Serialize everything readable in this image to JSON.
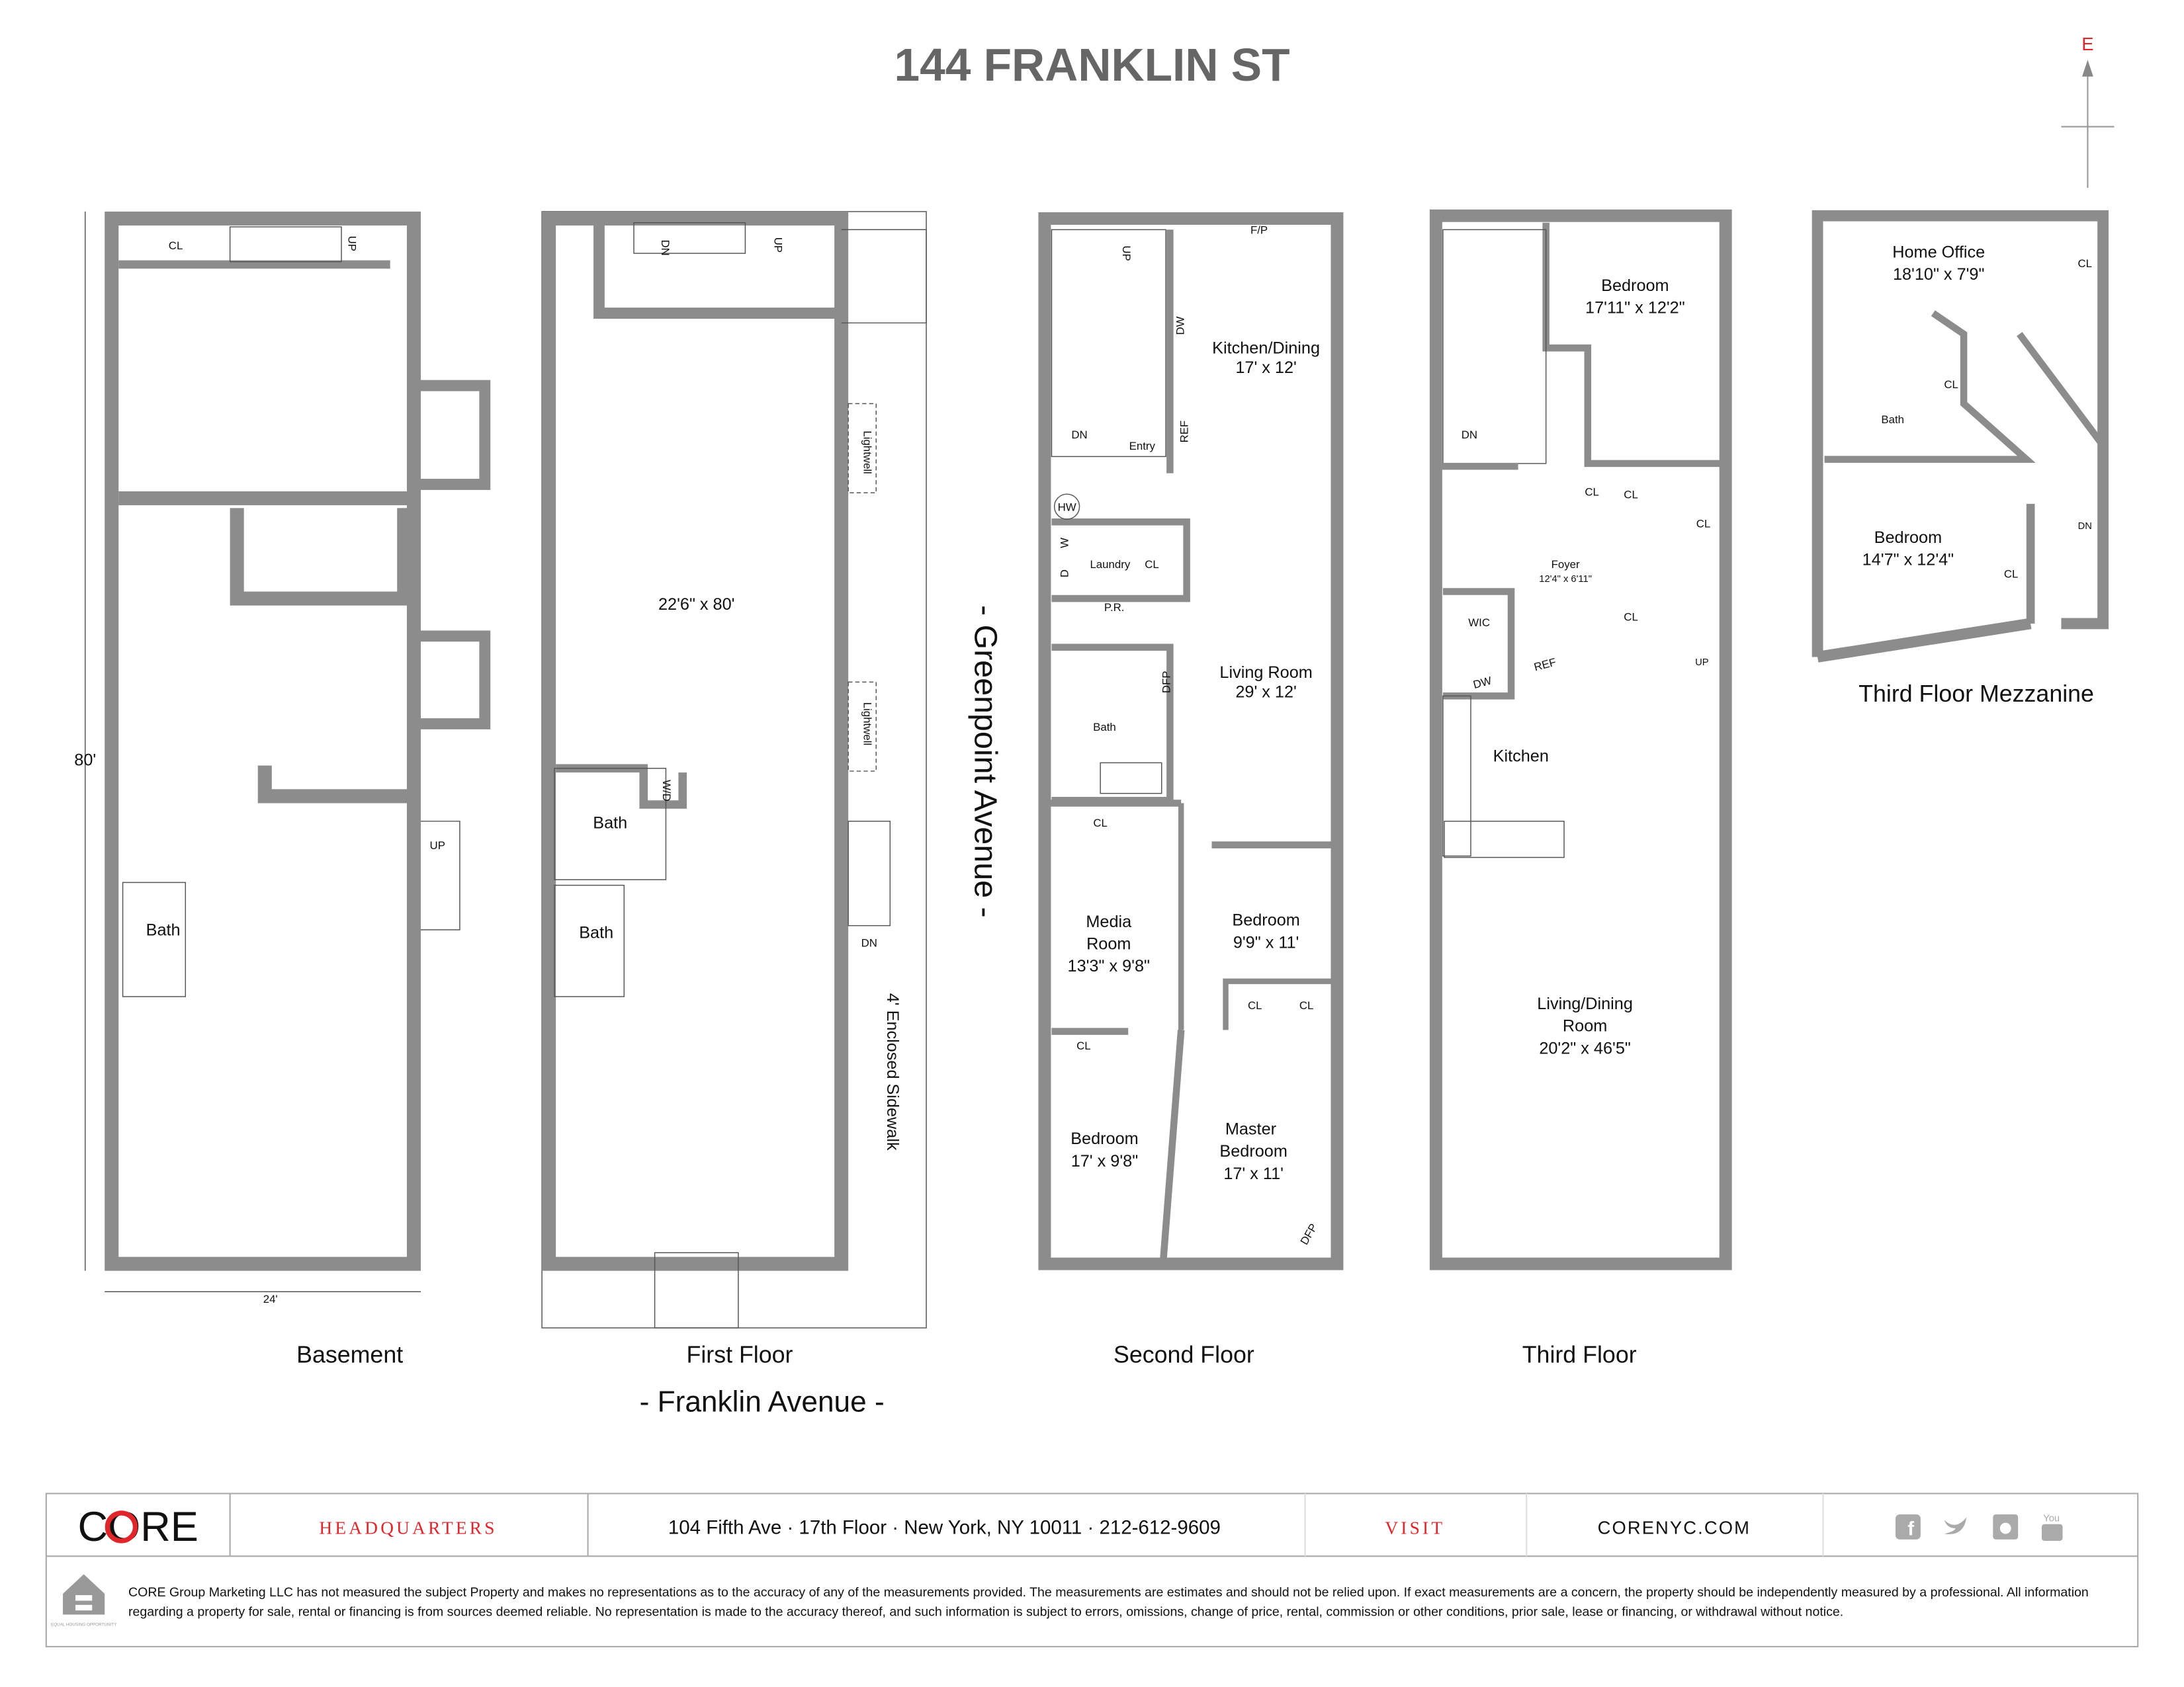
{
  "title": "144 FRANKLIN ST",
  "compass": {
    "label": "E",
    "color": "#e0262b"
  },
  "colors": {
    "wall": "#8c8c8c",
    "accent": "#e0262b",
    "text_gray": "#666666"
  },
  "streets": {
    "side": "- Greenpoint Avenue -",
    "front": "- Franklin Avenue -",
    "sidewalk": "4' Enclosed Sidewalk"
  },
  "basement": {
    "name": "Basement",
    "height_dim": "80'",
    "width_dim": "24'",
    "cl": "CL",
    "up1": "UP",
    "up2": "UP",
    "bath": "Bath"
  },
  "first_floor": {
    "name": "First Floor",
    "main": "22'6\" x 80'",
    "lightwell1": "Lightwell",
    "lightwell2": "Lightwell",
    "bath1": "Bath",
    "wd": "W/D",
    "bath2": "Bath",
    "dn": "DN",
    "dn2": "DN",
    "up": "UP"
  },
  "second_floor": {
    "name": "Second Floor",
    "fp": "F/P",
    "up": "UP",
    "dn": "DN",
    "entry": "Entry",
    "dw": "DW",
    "ref": "REF",
    "kitchen": "Kitchen/Dining",
    "kitchen_dim": "17' x 12'",
    "hw": "HW",
    "w": "W",
    "d": "D",
    "laundry": "Laundry",
    "cl_laundry": "CL",
    "pr": "P.R.",
    "dfp": "DFP",
    "bath": "Bath",
    "living": "Living Room",
    "living_dim": "29' x 12'",
    "cl1": "CL",
    "media1": "Media",
    "media2": "Room",
    "media_dim": "13'3\" x 9'8\"",
    "bedroom": "Bedroom",
    "bedroom_dim": "9'9\" x 11'",
    "cl2": "CL",
    "cl3": "CL",
    "cl4": "CL",
    "bedroom2": "Bedroom",
    "bedroom2_dim": "17' x 9'8\"",
    "master1": "Master",
    "master2": "Bedroom",
    "master_dim": "17' x 11'",
    "dfp2": "DFP"
  },
  "third_floor": {
    "name": "Third Floor",
    "dn": "DN",
    "bedroom": "Bedroom",
    "bedroom_dim": "17'11\" x 12'2\"",
    "cl1": "CL",
    "cl2": "CL",
    "cl3": "CL",
    "cl4": "CL",
    "foyer": "Foyer",
    "foyer_dim": "12'4\" x 6'11\"",
    "wic": "WIC",
    "dw": "DW",
    "ref": "REF",
    "up": "UP",
    "kitchen": "Kitchen",
    "living1": "Living/Dining",
    "living2": "Room",
    "living_dim": "20'2\" x 46'5\""
  },
  "mezzanine": {
    "name": "Third Floor Mezzanine",
    "office": "Home Office",
    "office_dim": "18'10\" x 7'9\"",
    "cl1": "CL",
    "cl2": "CL",
    "bath": "Bath",
    "bedroom": "Bedroom",
    "bedroom_dim": "14'7\" x 12'4\"",
    "cl3": "CL",
    "dn": "DN"
  },
  "footer": {
    "logo": "CORE",
    "hq": "HEADQUARTERS",
    "address": "104 Fifth Ave · 17th Floor · New York, NY 10011 · 212-612-9609",
    "visit": "VISIT",
    "site": "CORENYC.COM",
    "social": [
      "facebook-icon",
      "twitter-icon",
      "instagram-icon",
      "youtube-icon"
    ],
    "eho": "EQUAL HOUSING OPPORTUNITY",
    "disclaimer1": "CORE Group Marketing LLC has not measured the subject Property and makes no representations as to the accuracy of any of the measurements provided. The measurements are estimates and should not be relied upon. If exact measurements are a concern, the property should be independently measured by a professional. All information",
    "disclaimer2": "regarding a property for sale, rental or financing is from sources deemed reliable. No representation is made to the accuracy thereof, and such information is subject to errors, omissions, change of price, rental, commission or other conditions, prior sale, lease or financing, or withdrawal without notice."
  }
}
